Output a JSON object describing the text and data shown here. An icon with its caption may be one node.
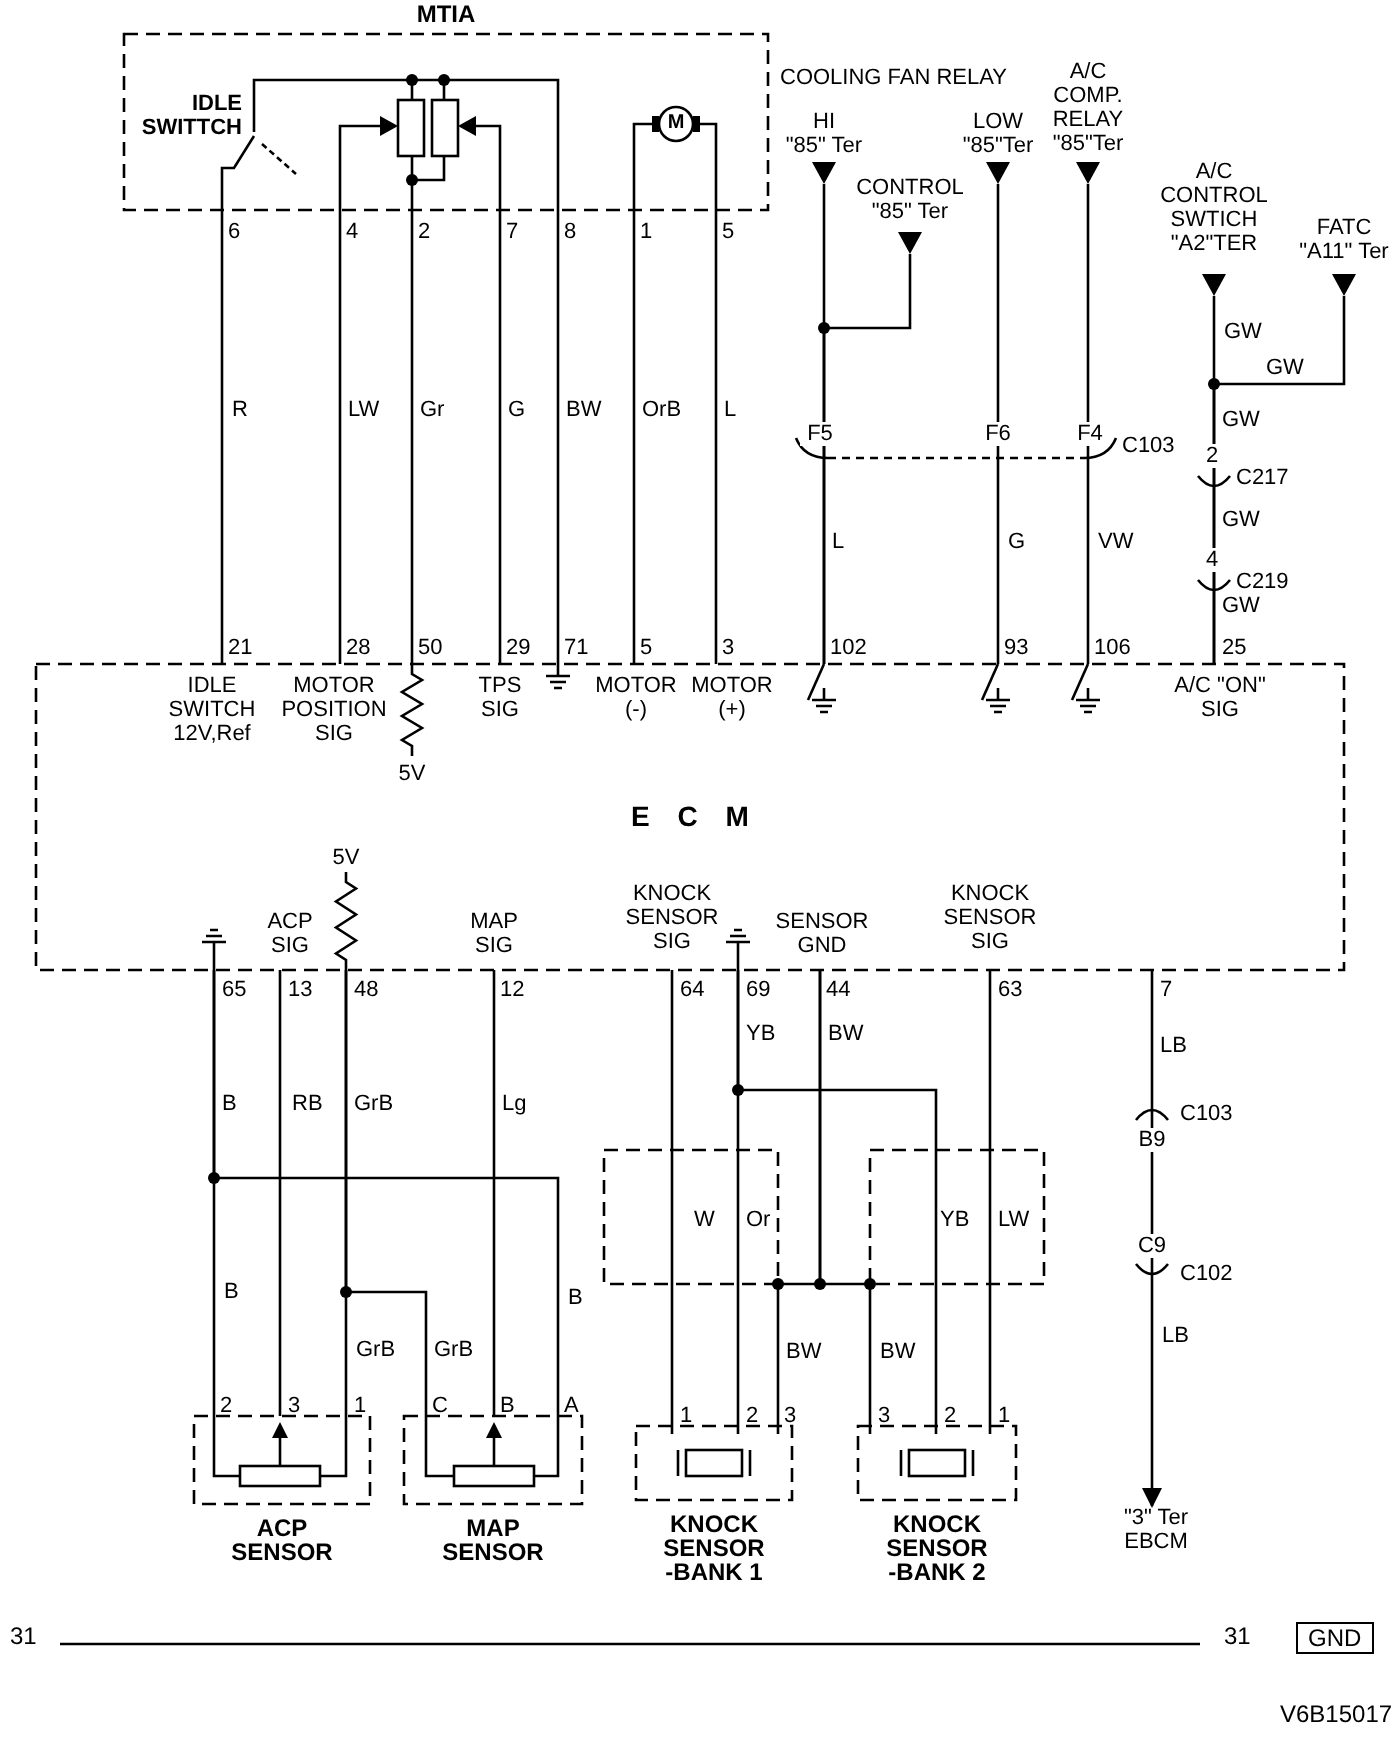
{
  "diagram": {
    "nodes": [
      {
        "text": [
          "MTIA"
        ]
      },
      {
        "text": [
          "M"
        ],
        "in": 0
      },
      {
        "text": [
          "E C M"
        ]
      },
      {
        "text": [
          "HI \"85\" Ter"
        ]
      },
      {
        "text": [
          "CONTROL \"85\" Ter"
        ]
      },
      {
        "text": [
          "LOW \"85\"Ter"
        ]
      },
      {
        "text": [
          "A/C COMP. RELAY \"85\"Ter"
        ]
      },
      {
        "text": [
          "A/C CONTROL SWTICH \"A2\"TER"
        ]
      },
      {
        "text": [
          "FATC \"A11\" Ter"
        ]
      },
      {
        "text": [
          "ACP SENSOR"
        ]
      },
      {
        "text": [
          "MAP SENSOR"
        ]
      },
      {
        "text": [
          "KNOCK SENSOR -BANK 1"
        ]
      },
      {
        "text": [
          "KNOCK SENSOR -BANK 2"
        ]
      },
      {
        "text": [
          "\"3\" Ter EBCM"
        ]
      }
    ],
    "edges": [
      {
        "from": 0,
        "to": 2,
        "arrow": "none",
        "label": "R"
      },
      {
        "from": 0,
        "to": 2,
        "arrow": "none",
        "label": "LW"
      },
      {
        "from": 0,
        "to": 2,
        "arrow": "none",
        "label": "Gr"
      },
      {
        "from": 0,
        "to": 2,
        "arrow": "none",
        "label": "G"
      },
      {
        "from": 0,
        "to": 2,
        "arrow": "none",
        "label": "BW"
      },
      {
        "from": 1,
        "to": 2,
        "arrow": "none",
        "label": "OrB"
      },
      {
        "from": 1,
        "to": 2,
        "arrow": "none",
        "label": "L"
      },
      {
        "from": 3,
        "to": 2,
        "arrow": "none"
      },
      {
        "from": 4,
        "to": 2,
        "arrow": "none"
      },
      {
        "from": 5,
        "to": 2,
        "arrow": "none",
        "label": "G"
      },
      {
        "from": 6,
        "to": 2,
        "arrow": "none",
        "label": "VW"
      },
      {
        "from": 7,
        "to": 2,
        "arrow": "none",
        "label": "GW"
      },
      {
        "from": 8,
        "to": 2,
        "arrow": "none",
        "label": "GW"
      },
      {
        "from": 2,
        "to": 9,
        "arrow": "none",
        "label": "B"
      },
      {
        "from": 2,
        "to": 9,
        "arrow": "none",
        "label": "RB"
      },
      {
        "from": 2,
        "to": 9,
        "arrow": "none",
        "label": "GrB"
      },
      {
        "from": 2,
        "to": 10,
        "arrow": "none",
        "label": "B"
      },
      {
        "from": 2,
        "to": 10,
        "arrow": "none",
        "label": "Lg"
      },
      {
        "from": 2,
        "to": 10,
        "arrow": "none",
        "label": "GrB"
      },
      {
        "from": 2,
        "to": 11,
        "arrow": "none",
        "label": "W"
      },
      {
        "from": 2,
        "to": 11,
        "arrow": "none",
        "label": "Or"
      },
      {
        "from": 2,
        "to": 12,
        "arrow": "none",
        "label": "YB"
      },
      {
        "from": 2,
        "to": 11,
        "arrow": "none",
        "label": "BW"
      },
      {
        "from": 2,
        "to": 12,
        "arrow": "none",
        "label": "BW"
      },
      {
        "from": 2,
        "to": 12,
        "arrow": "none",
        "label": "LW"
      },
      {
        "from": 2,
        "to": 13,
        "arrow": "to",
        "label": "LB"
      }
    ],
    "labels": [
      "IDLE SWITTCH",
      "6",
      "4",
      "2",
      "7",
      "8",
      "1",
      "5",
      "COOLING FAN RELAY",
      "GW",
      "F5",
      "F6",
      "F4",
      "C103",
      "2",
      "C217",
      "L",
      "GW",
      "4",
      "C219",
      "GW",
      "21",
      "28",
      "50",
      "29",
      "71",
      "5",
      "3",
      "102",
      "93",
      "106",
      "25",
      "IDLE SWITCH 12V,Ref",
      "MOTOR POSITION SIG",
      "5V",
      "TPS SIG",
      "MOTOR (-)",
      "MOTOR (+)",
      "A/C \"ON\" SIG",
      "5V",
      "ACP SIG",
      "MAP SIG",
      "KNOCK SENSOR SIG",
      "SENSOR GND",
      "KNOCK SENSOR SIG",
      "65",
      "13",
      "48",
      "12",
      "64",
      "69",
      "44",
      "63",
      "7",
      "B",
      "GrB",
      "YB",
      "BW",
      "LB",
      "B9",
      "C103",
      "C9",
      "C102",
      "2",
      "3",
      "1",
      "C",
      "B",
      "A",
      "1",
      "2",
      "3",
      "3",
      "2",
      "1",
      "31",
      "31",
      "GND",
      "V6B15017"
    ]
  }
}
